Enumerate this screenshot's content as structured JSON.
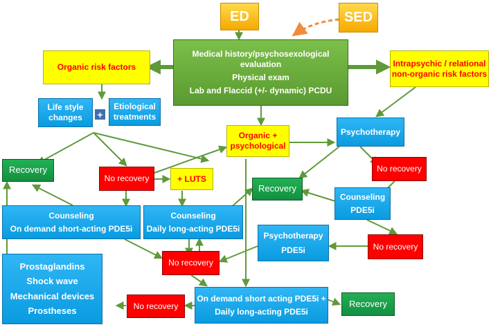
{
  "nodes": {
    "ed": "ED",
    "sed": "SED",
    "evaluation": [
      "Medical history/psychosexological evaluation",
      "Physical exam",
      "Lab and Flaccid (+/- dynamic) PCDU"
    ],
    "organic_risk": "Organic risk factors",
    "nonorganic_risk": [
      "Intrapsychic / relational",
      "non-organic risk factors"
    ],
    "lifestyle": [
      "Life style",
      "changes"
    ],
    "plus": "+",
    "etiological": [
      "Etiological",
      "treatments"
    ],
    "organic_psych": [
      "Organic +",
      "psychological"
    ],
    "psychotherapy": "Psychotherapy",
    "recovery_left": "Recovery",
    "no_recovery_1": "No recovery",
    "luts": "+ LUTS",
    "no_recovery_2": "No recovery",
    "recovery_mid": "Recovery",
    "counseling_ondemand": [
      "Counseling",
      "On demand short-acting PDE5i"
    ],
    "counseling_daily": [
      "Counseling",
      "Daily long-acting PDE5i"
    ],
    "counseling_pde5i": [
      "Counseling",
      "PDE5i"
    ],
    "psychotherapy_pde5i": [
      "Psychotherapy",
      "PDE5i"
    ],
    "no_recovery_center": "No recovery",
    "no_recovery_right": "No recovery",
    "third_line": [
      "Prostaglandins",
      "Shock wave",
      "Mechanical devices",
      "Prostheses"
    ],
    "no_recovery_bottom": "No recovery",
    "combination": [
      "On demand short acting PDE5i +",
      "Daily long-acting PDE5i"
    ],
    "recovery_bottom": "Recovery"
  },
  "colors": {
    "arrow_green": "#5e9a3a",
    "dashed_arrow": "#f08c3c",
    "box_yellow": "#ffff00",
    "text_red": "#ff0000",
    "box_blue": "#0a9be0",
    "box_green": "#5a9a30",
    "box_red": "#ff0000",
    "recovery_green": "#129040",
    "ed_gold": "#f5a900"
  }
}
